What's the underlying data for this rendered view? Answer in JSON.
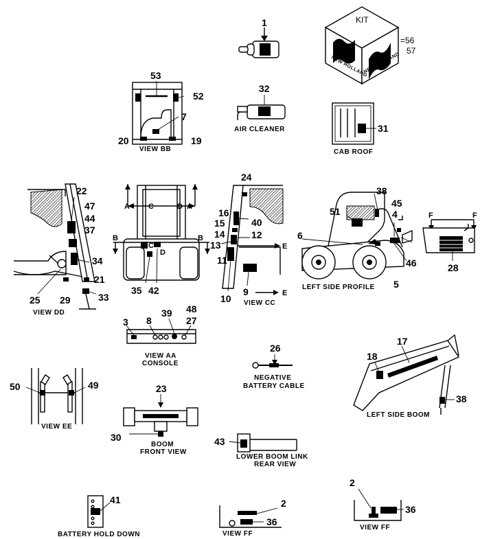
{
  "kit": {
    "label": "KIT",
    "brand": "NEW HOLLAND",
    "eq": "=56",
    "num2": "57"
  },
  "captions": {
    "air_cleaner": "AIR CLEANER",
    "cab_roof": "CAB ROOF",
    "view_bb": "VIEW  BB",
    "view_dd": "VIEW  DD",
    "view_cc": "VIEW  CC",
    "left_side_profile": "LEFT SIDE PROFILE",
    "view_aa": "VIEW  AA",
    "console": "CONSOLE",
    "negative_1": "NEGATIVE",
    "negative_2": "BATTERY CABLE",
    "left_side_boom": "LEFT SIDE BOOM",
    "view_ee": "VIEW  EE",
    "boom_1": "BOOM",
    "boom_2": "FRONT VIEW",
    "lower_1": "LOWER BOOM LINK",
    "lower_2": "REAR VIEW",
    "battery_hold": "BATTERY HOLD DOWN",
    "view_ff_1": "VIEW  FF",
    "view_ff_2": "VIEW  FF"
  },
  "view_letters": {
    "a": "A",
    "b": "B",
    "c": "C",
    "d": "D",
    "e": "E",
    "f": "F"
  },
  "callouts": {
    "n1": "1",
    "n2": "2",
    "n3": "3",
    "n4": "4",
    "n5": "5",
    "n6": "6",
    "n7": "7",
    "n8": "8",
    "n9": "9",
    "n10": "10",
    "n11": "11",
    "n12": "12",
    "n13": "13",
    "n14": "14",
    "n15": "15",
    "n16": "16",
    "n17": "17",
    "n18": "18",
    "n19": "19",
    "n20": "20",
    "n21": "21",
    "n22": "22",
    "n23": "23",
    "n24": "24",
    "n25": "25",
    "n26": "26",
    "n27": "27",
    "n28": "28",
    "n29": "29",
    "n30": "30",
    "n31": "31",
    "n32": "32",
    "n33": "33",
    "n34": "34",
    "n35": "35",
    "n36": "36",
    "n37": "37",
    "n38": "38",
    "n39": "39",
    "n40": "40",
    "n41": "41",
    "n42": "42",
    "n43": "43",
    "n44": "44",
    "n45": "45",
    "n46": "46",
    "n47": "47",
    "n48": "48",
    "n49": "49",
    "n50": "50",
    "n51": "51",
    "n52": "52",
    "n53": "53"
  }
}
